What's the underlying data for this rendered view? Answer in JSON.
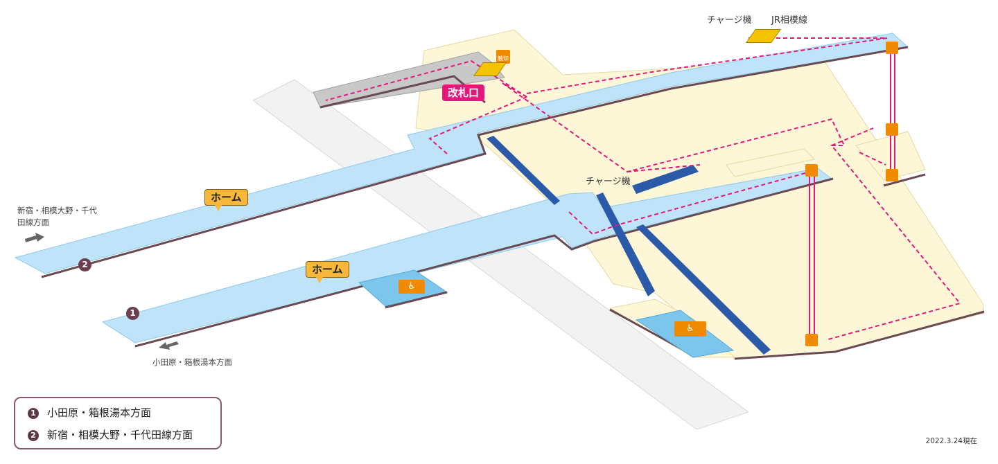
{
  "labels": {
    "charge_top": "チャージ機",
    "jr_line": "JR相模線",
    "charge_mid": "チャージ機",
    "gate": "改札口",
    "home_upper": "ホーム",
    "home_lower": "ホーム",
    "tactile": "触知",
    "dir_upper": "新宿・相模大野・千代田線方面",
    "dir_lower": "小田原・箱根湯本方面",
    "platform_1": "1",
    "platform_2": "2"
  },
  "legend": {
    "items": [
      {
        "num": "1",
        "text": "小田原・箱根湯本方面"
      },
      {
        "num": "2",
        "text": "新宿・相模大野・千代田線方面"
      }
    ]
  },
  "date": "2022.3.24現在",
  "colors": {
    "concourse": "#fdf7d8",
    "platform": "#bfe3f8",
    "route": "#e3187a",
    "icon": "#f08a00",
    "stairs": "#2a5aa8",
    "track": "#f2f2f2"
  },
  "icons": [
    "elevator-icon",
    "wheelchair-toilet-icon",
    "ticket-gate-icon",
    "tactile-map-icon",
    "escalator-icon"
  ]
}
